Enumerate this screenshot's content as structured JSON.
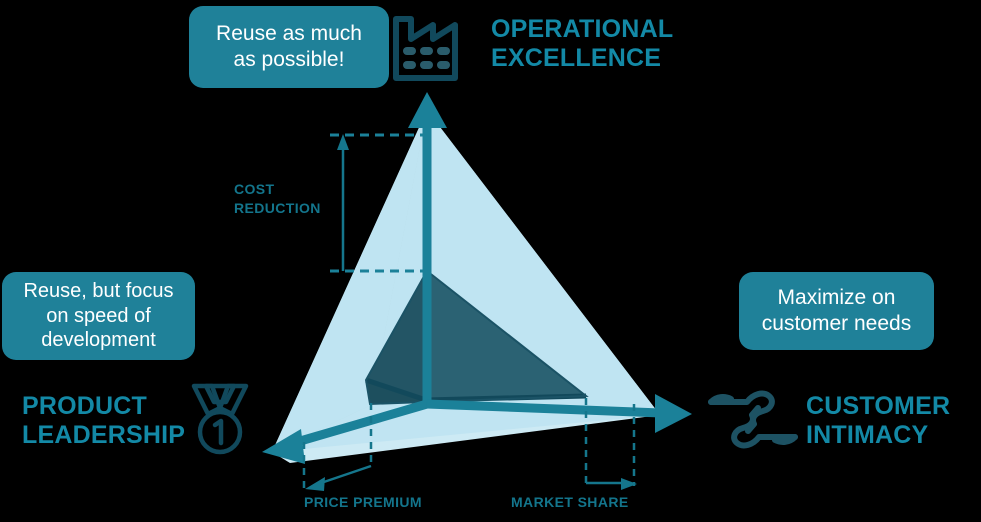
{
  "diagram": {
    "type": "value-disciplines-3d-triangle",
    "title_visible": false,
    "background_color": "#000000",
    "palette": {
      "bubble_fill": "#1F8199",
      "bubble_text": "#FFFFFF",
      "heading_teal": "#1389A6",
      "axis_teal": "#13758C",
      "outer_triangle_fill": "#B9E1EF",
      "outer_triangle_fill_alt": "#C7E8F3",
      "inner_triangle_fill": "#2A5C6B",
      "inner_triangle_fill_dark": "#1E505F",
      "inner_triangle_edge": "#11495C",
      "axis_line": "#1B8199"
    }
  },
  "corners": [
    {
      "id": "operational-excellence",
      "title": "OPERATIONAL\nEXCELLENCE",
      "icon": "factory-icon",
      "callout": "Reuse as much\nas possible!"
    },
    {
      "id": "product-leadership",
      "title": "PRODUCT\nLEADERSHIP",
      "icon": "medal-icon",
      "callout": "Reuse, but focus\non speed of\ndevelopment"
    },
    {
      "id": "customer-intimacy",
      "title": "CUSTOMER\nINTIMACY",
      "icon": "pointing-hands-icon",
      "callout": "Maximize on\ncustomer needs"
    }
  ],
  "axes": [
    {
      "id": "cost-reduction",
      "label": "COST\nREDUCTION",
      "direction": "up"
    },
    {
      "id": "price-premium",
      "label": "PRICE PREMIUM",
      "direction": "down-left"
    },
    {
      "id": "market-share",
      "label": "MARKET SHARE",
      "direction": "right"
    }
  ]
}
